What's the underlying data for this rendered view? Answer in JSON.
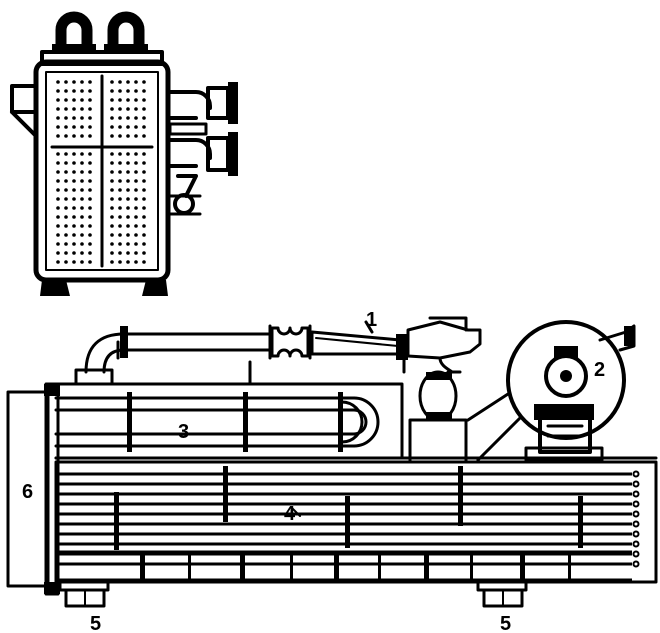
{
  "diagram": {
    "labels": {
      "fan_pipe": "1",
      "fan": "2",
      "upper_coil": "3",
      "lower_coil": "4",
      "support_left": "5",
      "support_right": "5",
      "header": "6"
    }
  },
  "colors": {
    "ink": "#000000",
    "paper": "#ffffff"
  }
}
